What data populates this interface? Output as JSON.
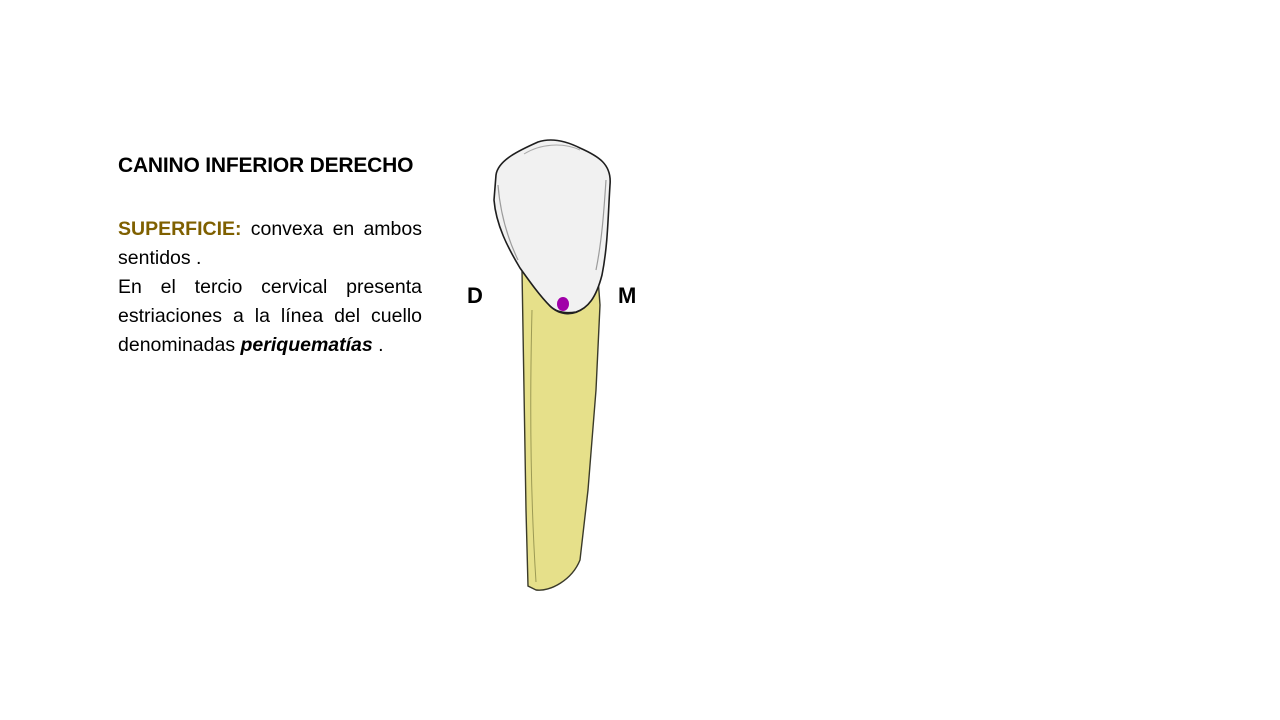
{
  "slide": {
    "title": "CANINO INFERIOR DERECHO",
    "paragraph1": {
      "label": "SUPERFICIE:",
      "text": " convexa en ambos sentidos ."
    },
    "paragraph2": {
      "text_before": "En el tercio cervical presenta estriaciones a la línea del cuello denominadas ",
      "term": "periquematías",
      "text_after": " ."
    }
  },
  "figure": {
    "label_left": "D",
    "label_right": "M"
  },
  "colors": {
    "label_accent": "#7f6000",
    "root_fill": "#e6e08a",
    "crown_fill": "#f1f1f1",
    "dot": "#a000a8"
  }
}
